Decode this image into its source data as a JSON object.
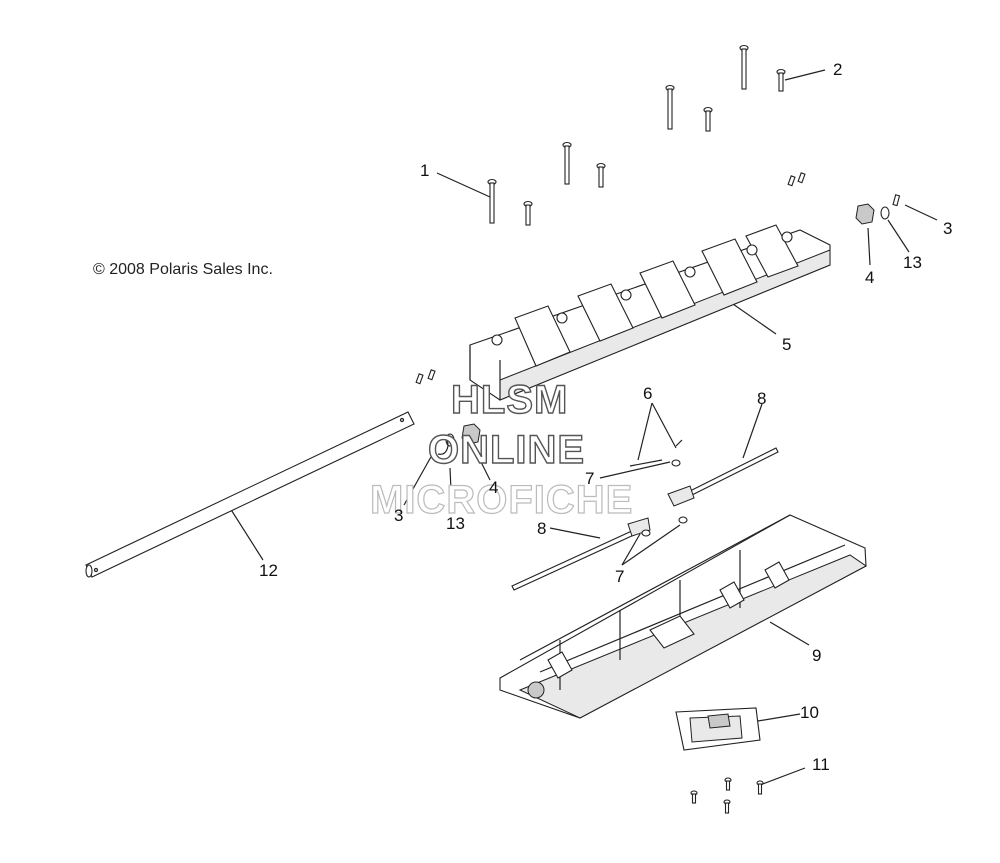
{
  "copyright": "© 2008 Polaris Sales Inc.",
  "watermark": [
    "HLSM",
    "ONLINE",
    "MICROFICHE"
  ],
  "callouts": {
    "c1": "1",
    "c2": "2",
    "c3a": "3",
    "c3b": "3",
    "c4a": "4",
    "c4b": "4",
    "c5": "5",
    "c6": "6",
    "c7a": "7",
    "c7b": "7",
    "c8a": "8",
    "c8b": "8",
    "c9": "9",
    "c10": "10",
    "c11": "11",
    "c12": "12",
    "c13a": "13",
    "c13b": "13"
  }
}
